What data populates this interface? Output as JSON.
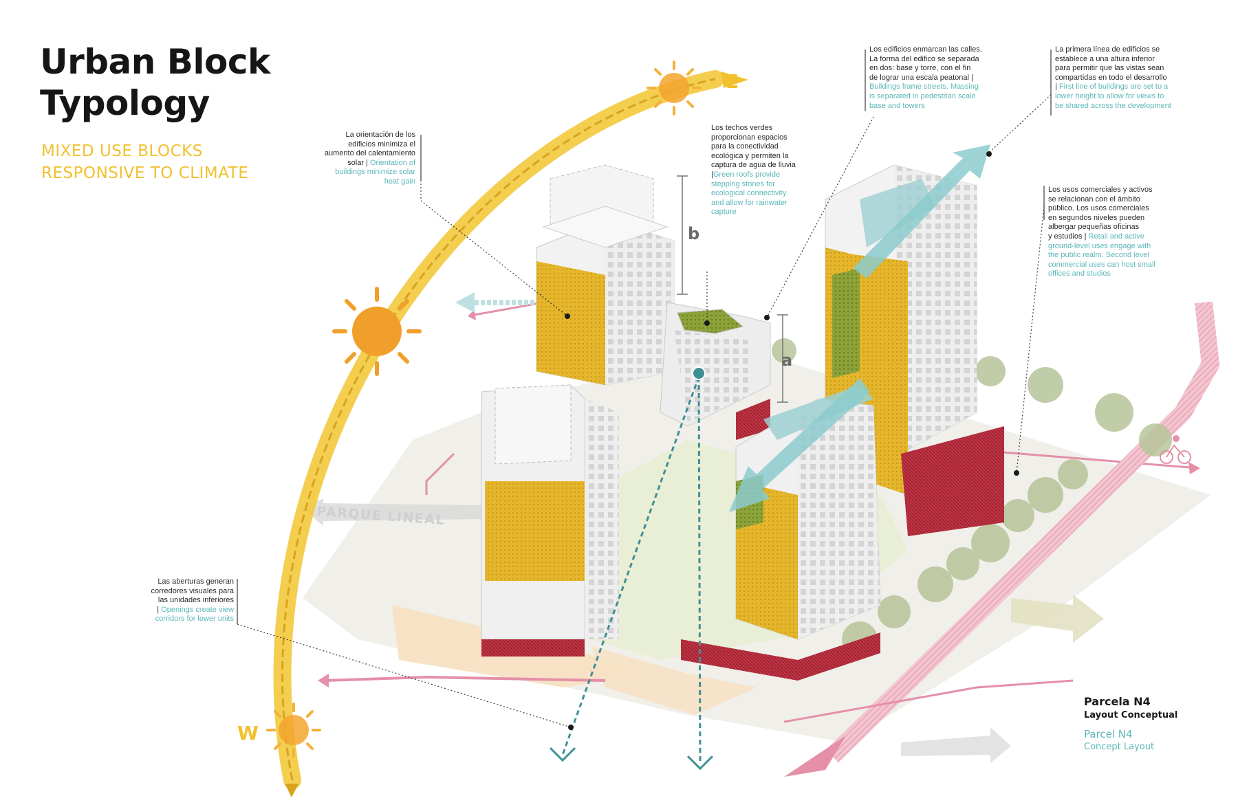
{
  "title": {
    "line1": "Urban Block",
    "line2": "Typology"
  },
  "subtitle": {
    "line1": "MIXED USE BLOCKS",
    "line2": "RESPONSIVE TO CLIMATE"
  },
  "compass": {
    "east": "E",
    "west": "W"
  },
  "dimensions": {
    "b": "b",
    "a": "a"
  },
  "labels": {
    "parque": "PARQUE LINEAL"
  },
  "notes": {
    "orientation": {
      "es": [
        "La orientación de los",
        "edificios minimiza el",
        "aumento del calentamiento"
      ],
      "es_last": "solar |",
      "en_first": " Orientation of",
      "en": [
        "buildings minimize solar",
        "heat gain"
      ]
    },
    "green_roofs": {
      "es": [
        "Los techos verdes",
        "proporcionan espacios",
        "para la conectividad",
        "ecológica y permiten la",
        "captura de agua de lluvia"
      ],
      "es_last": "|",
      "en_first": "Green roofs provide",
      "en": [
        "stepping stones for",
        "ecological connectivity",
        "and allow for rainwater",
        "capture"
      ]
    },
    "frame_streets": {
      "es": [
        "Los edificios enmarcan las calles.",
        "La forma del edifico se separada",
        "en dos: base y torre, con el fin",
        "de lograr una escala peatonal |"
      ],
      "en": [
        "Buildings frame streets. Massing",
        "is separated in pedestrian scale",
        "base and towers"
      ]
    },
    "first_line": {
      "es": [
        "La primera línea de edificios se",
        "establece a una altura inferior",
        "para permitir que las vistas sean",
        "compartidas en todo el desarrollo"
      ],
      "es_last": "|",
      "en_first": " First line of buildings are set to a",
      "en": [
        "lower height to allow for views to",
        "be shared across the development"
      ]
    },
    "commercial": {
      "es": [
        "Los usos comerciales y activos",
        "se relacionan con el  ámbito",
        "público. Los usos comerciales",
        "en segundos niveles pueden",
        "albergar pequeñas oficinas"
      ],
      "es_last": "y estudios |",
      "en_first": " Retail and active",
      "en": [
        "ground-level uses engage with",
        "the public realm. Second level",
        "commercial uses can host small",
        "offices and studios"
      ]
    },
    "openings": {
      "es": [
        "Las aberturas generan",
        "corredores visuales para",
        "las unidades inferiores"
      ],
      "es_last": "|",
      "en_first": " Openings create view",
      "en": [
        "corridors for lower units"
      ]
    }
  },
  "parcel": {
    "es_title": "Parcela N4",
    "es_sub": "Layout Conceptual",
    "en_title": "Parcel N4",
    "en_sub": "Concept Layout"
  },
  "colors": {
    "sun_arc": "#f1c12e",
    "sun": "#f0a02a",
    "teal": "#5cb7b9",
    "pink": "#e58fa8",
    "yellow_facade": "#e3b52a",
    "red_base": "#b92a3a",
    "green_roof": "#8fa93a"
  }
}
